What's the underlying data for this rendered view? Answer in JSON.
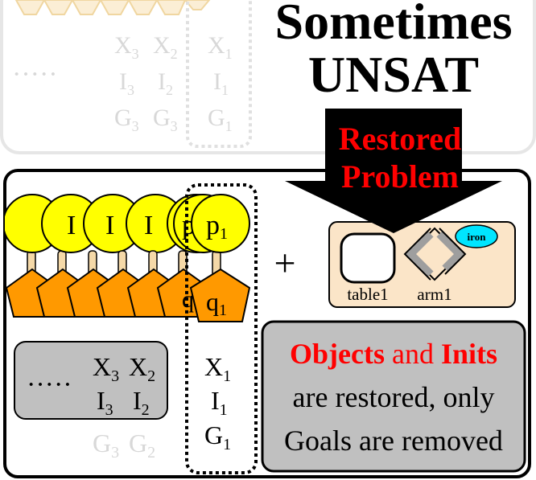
{
  "top_panel": {
    "dots": "·····",
    "col1": [
      "X",
      "I",
      "G"
    ],
    "col1_subs": [
      "3",
      "3",
      "3"
    ],
    "col2": [
      "X",
      "I",
      "G"
    ],
    "col2_subs": [
      "2",
      "2",
      "3"
    ],
    "col3": [
      "X",
      "I",
      "G"
    ],
    "col3_subs": [
      "1",
      "1",
      "1"
    ],
    "headline_line1": "Sometimes",
    "headline_line2": "UNSAT"
  },
  "arrow": {
    "line1": "Restored",
    "line2": "Problem"
  },
  "bottom_panel": {
    "front_circle": {
      "base": "p",
      "sub": "1"
    },
    "front_pentagon": {
      "base": "q",
      "sub": "1"
    },
    "partial_letter": "I",
    "partial_p": "p",
    "partial_q": "q",
    "plus": "+",
    "scene": {
      "table_label": "table1",
      "arm_label": "arm1",
      "badge": "iron"
    },
    "gray_box": {
      "dots": "·····",
      "x3": "X",
      "x3_sub": "3",
      "x2": "X",
      "x2_sub": "2",
      "i3": "I",
      "i3_sub": "3",
      "i2": "I",
      "i2_sub": "2"
    },
    "faded_goals": {
      "g3": "G",
      "g3_sub": "3",
      "g2": "G",
      "g2_sub": "2"
    },
    "column1": {
      "x": "X",
      "x_sub": "1",
      "i": "I",
      "i_sub": "1",
      "g": "G",
      "g_sub": "1"
    },
    "note": {
      "w_objects": "Objects",
      "w_and": "and",
      "w_inits": "Inits",
      "line2": "are restored, only",
      "line3": "Goals are removed"
    }
  },
  "colors": {
    "accent_red": "#ff0000",
    "circle_yellow": "#ffff00",
    "pentagon_orange": "#ff9900",
    "stem_tan": "#f5d9a8",
    "scene_bg": "#fbe5c8",
    "badge_cyan": "#00e5ff",
    "gray_box": "#c0c0c0",
    "faded_text": "#d8d8d8"
  }
}
